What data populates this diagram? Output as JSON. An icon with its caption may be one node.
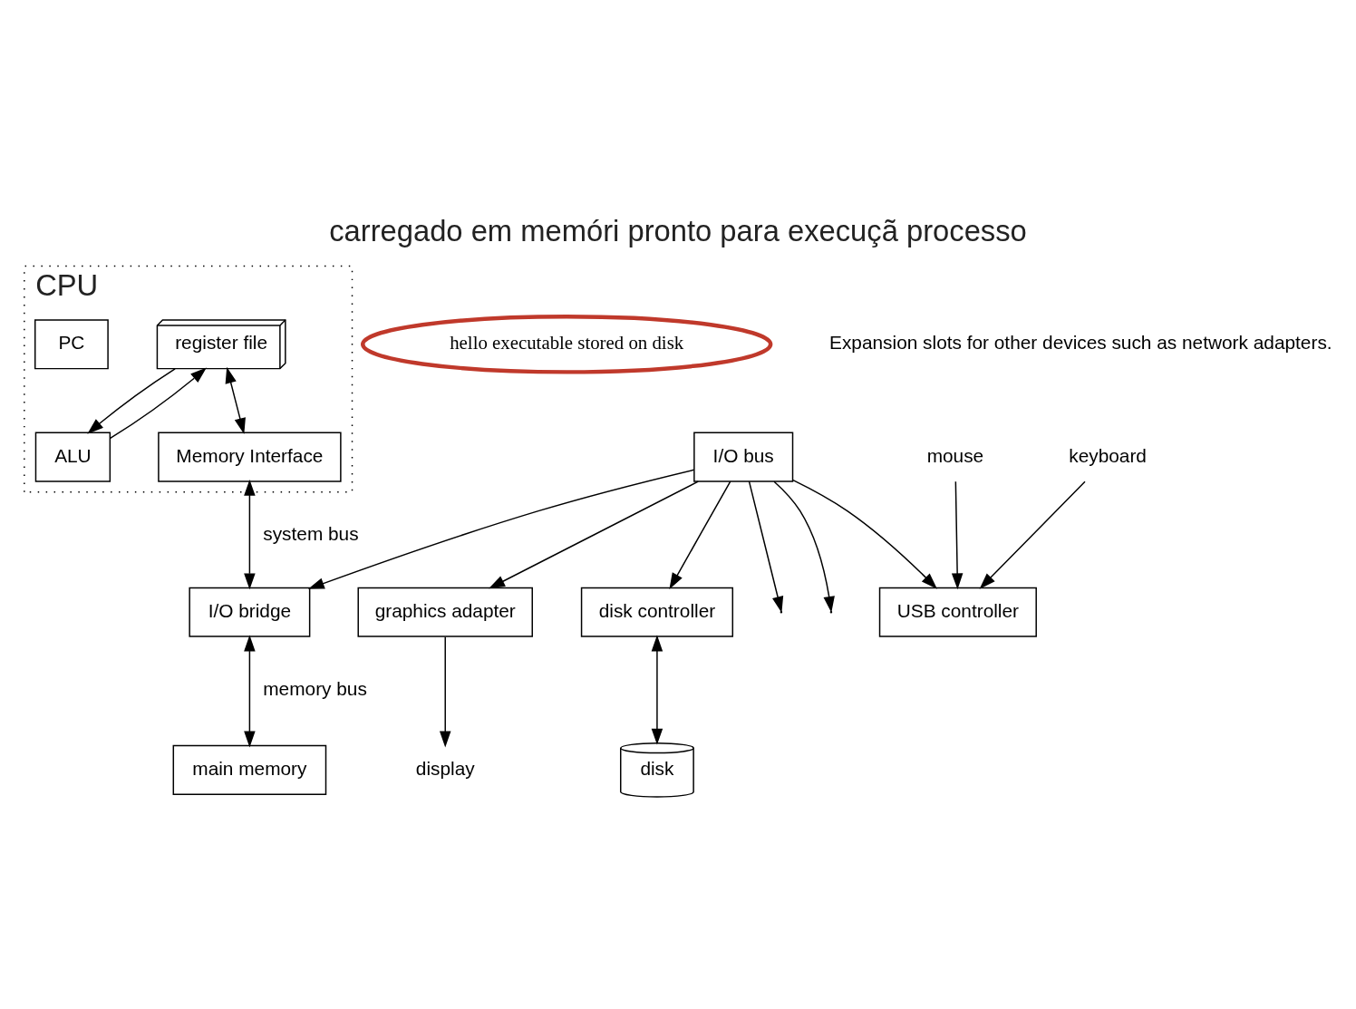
{
  "diagram": {
    "title": "carregado em memóri pronto para execuçã processo",
    "nodes": [
      {
        "text": [
          "CPU"
        ]
      },
      {
        "text": [
          "register file"
        ],
        "in": 0
      },
      {
        "text": [
          "PC"
        ],
        "in": 0
      },
      {
        "text": [
          "ALU"
        ],
        "in": 0
      },
      {
        "text": [
          "Memory Interface"
        ],
        "in": 0
      },
      {
        "text": [
          "I/O bridge"
        ]
      },
      {
        "text": [
          "main memory"
        ]
      },
      {
        "text": [
          "I/O bus"
        ]
      },
      {
        "text": [
          "USB controller"
        ]
      },
      {
        "text": [
          "graphics adapter"
        ]
      },
      {
        "text": [
          "disk controller"
        ]
      },
      {
        "text": [
          "mouse"
        ]
      },
      {
        "text": [
          "keyboard"
        ]
      },
      {
        "text": [
          "display"
        ]
      },
      {
        "text": [
          "disk"
        ]
      },
      {
        "text": [
          "hello executable stored on disk"
        ]
      }
    ],
    "edges": [
      {
        "from": 1,
        "to": 3,
        "arrow": "to"
      },
      {
        "from": 3,
        "to": 1,
        "arrow": "to"
      },
      {
        "from": 1,
        "to": 4,
        "arrow": "both"
      },
      {
        "from": 4,
        "to": 5,
        "arrow": "both",
        "label": "system bus"
      },
      {
        "from": 5,
        "to": 6,
        "arrow": "both",
        "label": "memory bus"
      },
      {
        "from": 7,
        "to": 5,
        "arrow": "to"
      },
      {
        "from": 7,
        "to": null,
        "arrow": "to"
      },
      {
        "from": 7,
        "to": null,
        "arrow": "to"
      },
      {
        "from": 7,
        "to": 8,
        "arrow": "to"
      },
      {
        "from": 7,
        "to": 9,
        "arrow": "to"
      },
      {
        "from": 7,
        "to": 10,
        "arrow": "to"
      },
      {
        "from": 11,
        "to": 8,
        "arrow": "to"
      },
      {
        "from": 12,
        "to": 8,
        "arrow": "to"
      },
      {
        "from": 9,
        "to": 13,
        "arrow": "to"
      },
      {
        "from": 10,
        "to": 14,
        "arrow": "both"
      }
    ],
    "labels": [
      "Expansion slots for other devices such as network adapters."
    ]
  }
}
